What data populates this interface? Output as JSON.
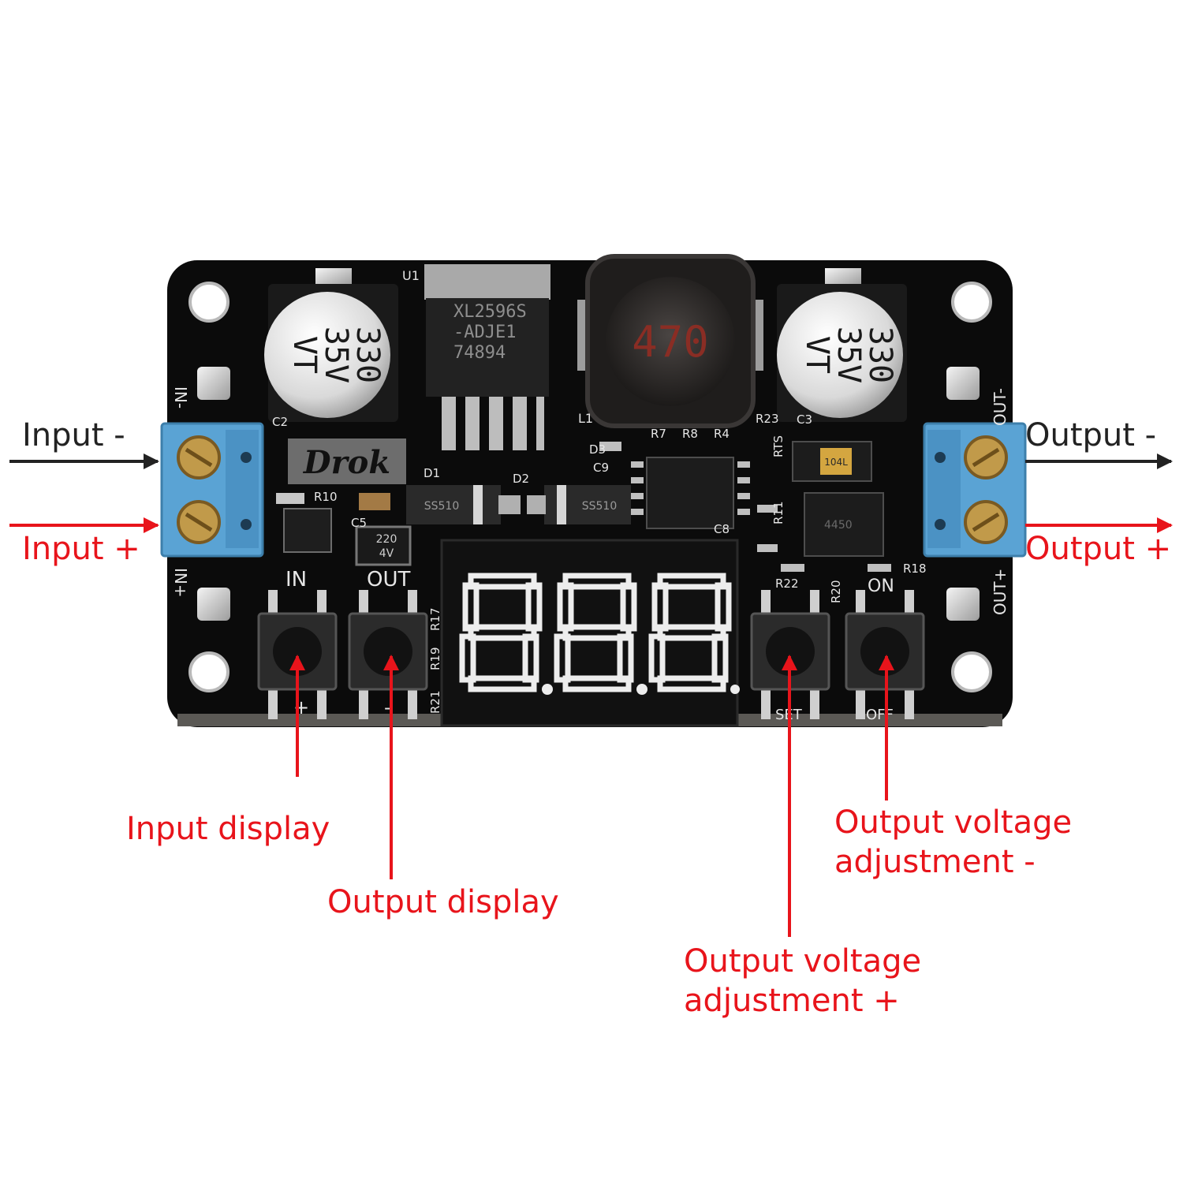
{
  "colors": {
    "annotation_red": "#e8141b",
    "annotation_black": "#222222",
    "pcb": "#0d0d0d",
    "terminal_blue": "#5aa3d4",
    "silkscreen": "#e6e6e6"
  },
  "callouts": {
    "input_minus": "Input -",
    "input_plus": "Input +",
    "output_minus": "Output -",
    "output_plus": "Output +",
    "input_display": "Input display",
    "output_display": "Output display",
    "out_adj_minus_l1": "Output voltage",
    "out_adj_minus_l2": "adjustment -",
    "out_adj_plus_l1": "Output voltage",
    "out_adj_plus_l2": "adjustment +"
  },
  "board": {
    "cap_left": [
      "330",
      "35V",
      "VT"
    ],
    "cap_right": [
      "330",
      "35V",
      "VT"
    ],
    "chip": [
      "XL2596S",
      "-ADJE1",
      "74894"
    ],
    "inductor": "470",
    "brand": "Drok",
    "in_minus": "IN-",
    "in_plus": "IN+",
    "out_minus": "OUT-",
    "out_plus": "OUT+",
    "btn_in": "IN",
    "btn_out": "OUT",
    "btn_on": "ON",
    "plus": "+",
    "minus": "-",
    "set": "SET",
    "off": "OFF",
    "diode": "SS510",
    "small_cap": [
      "220",
      "4V"
    ],
    "refdes": {
      "u1": "U1",
      "l1": "L1",
      "c2": "C2",
      "c3": "C3",
      "c5": "C5",
      "c8": "C8",
      "c9": "C9",
      "d1": "D1",
      "d2": "D2",
      "d3": "D3",
      "r4": "R4",
      "r7": "R7",
      "r8": "R8",
      "r10": "R10",
      "r11": "R11",
      "r17": "R17",
      "r18": "R18",
      "r19": "R19",
      "r20": "R20",
      "r21": "R21",
      "r22": "R22",
      "r23": "R23",
      "rts": "RTS",
      "chip104": "104L",
      "ic4450": "4450"
    }
  }
}
